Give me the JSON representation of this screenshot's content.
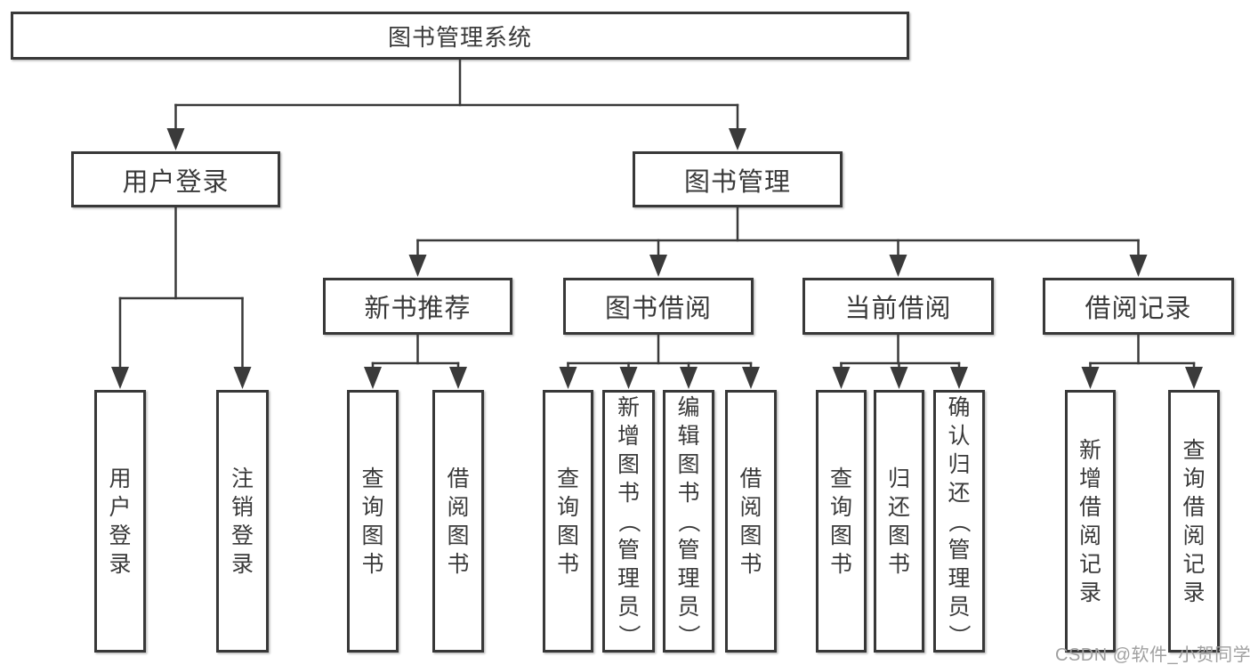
{
  "diagram": {
    "watermark": "CSDN @软件_小贺同学",
    "colors": {
      "background": "#ffffff",
      "line": "#3a3a3a",
      "box_border": "#383838",
      "text": "#3a3a3a",
      "watermark": "#a0a0a0"
    },
    "nodes": [
      {
        "id": "root",
        "label": "图书管理系统",
        "level": 1,
        "parent": null,
        "orientation": "horizontal"
      },
      {
        "id": "login",
        "label": "用户登录",
        "level": 2,
        "parent": "root",
        "orientation": "horizontal"
      },
      {
        "id": "book-mgmt",
        "label": "图书管理",
        "level": 2,
        "parent": "root",
        "orientation": "horizontal"
      },
      {
        "id": "new-book",
        "label": "新书推荐",
        "level": 3,
        "parent": "book-mgmt",
        "orientation": "horizontal"
      },
      {
        "id": "book-borrow",
        "label": "图书借阅",
        "level": 3,
        "parent": "book-mgmt",
        "orientation": "horizontal"
      },
      {
        "id": "current-borrow",
        "label": "当前借阅",
        "level": 3,
        "parent": "book-mgmt",
        "orientation": "horizontal"
      },
      {
        "id": "borrow-records",
        "label": "借阅记录",
        "level": 3,
        "parent": "book-mgmt",
        "orientation": "horizontal"
      },
      {
        "id": "login-user",
        "label": "用户登录",
        "level": 4,
        "parent": "login",
        "orientation": "vertical"
      },
      {
        "id": "login-logout",
        "label": "注销登录",
        "level": 4,
        "parent": "login",
        "orientation": "vertical"
      },
      {
        "id": "nb-query",
        "label": "查询图书",
        "level": 4,
        "parent": "new-book",
        "orientation": "vertical"
      },
      {
        "id": "nb-borrow",
        "label": "借阅图书",
        "level": 4,
        "parent": "new-book",
        "orientation": "vertical"
      },
      {
        "id": "bb-query",
        "label": "查询图书",
        "level": 4,
        "parent": "book-borrow",
        "orientation": "vertical"
      },
      {
        "id": "bb-add",
        "label": "新增图书（管理员）",
        "level": 4,
        "parent": "book-borrow",
        "orientation": "vertical"
      },
      {
        "id": "bb-edit",
        "label": "编辑图书（管理员）",
        "level": 4,
        "parent": "book-borrow",
        "orientation": "vertical"
      },
      {
        "id": "bb-borrow",
        "label": "借阅图书",
        "level": 4,
        "parent": "book-borrow",
        "orientation": "vertical"
      },
      {
        "id": "cb-query",
        "label": "查询图书",
        "level": 4,
        "parent": "current-borrow",
        "orientation": "vertical"
      },
      {
        "id": "cb-return",
        "label": "归还图书",
        "level": 4,
        "parent": "current-borrow",
        "orientation": "vertical"
      },
      {
        "id": "cb-confirm",
        "label": "确认归还（管理员）",
        "level": 4,
        "parent": "current-borrow",
        "orientation": "vertical"
      },
      {
        "id": "br-add",
        "label": "新增借阅记录",
        "level": 4,
        "parent": "borrow-records",
        "orientation": "vertical"
      },
      {
        "id": "br-query",
        "label": "查询借阅记录",
        "level": 4,
        "parent": "borrow-records",
        "orientation": "vertical"
      }
    ]
  }
}
